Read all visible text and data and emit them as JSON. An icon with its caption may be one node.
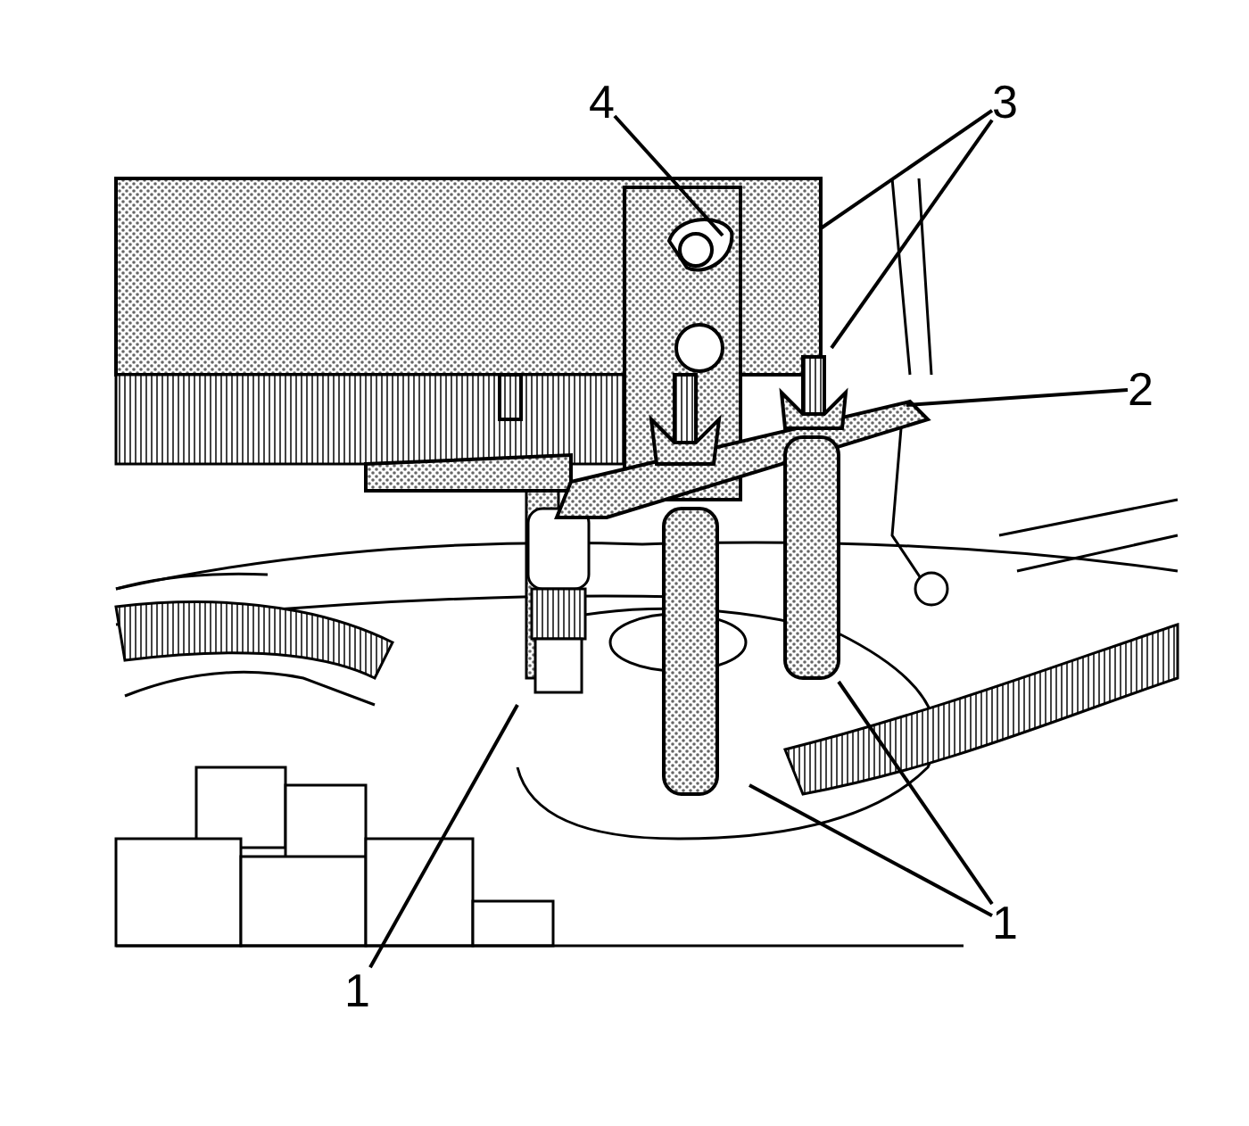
{
  "diagram": {
    "nodes": [
      {
        "text": [
          "3"
        ]
      },
      {
        "text": [
          "4"
        ]
      },
      {
        "text": [
          "2"
        ]
      },
      {
        "text": [
          "1"
        ]
      },
      {
        "text": [
          "1"
        ]
      }
    ],
    "edges": [
      {
        "from": 0,
        "to": null,
        "arrow": "none"
      },
      {
        "from": 0,
        "to": null,
        "arrow": "none"
      },
      {
        "from": 1,
        "to": null,
        "arrow": "none"
      },
      {
        "from": 2,
        "to": null,
        "arrow": "none"
      },
      {
        "from": 3,
        "to": null,
        "arrow": "none"
      },
      {
        "from": 3,
        "to": null,
        "arrow": "none"
      },
      {
        "from": 4,
        "to": null,
        "arrow": "none"
      }
    ]
  }
}
